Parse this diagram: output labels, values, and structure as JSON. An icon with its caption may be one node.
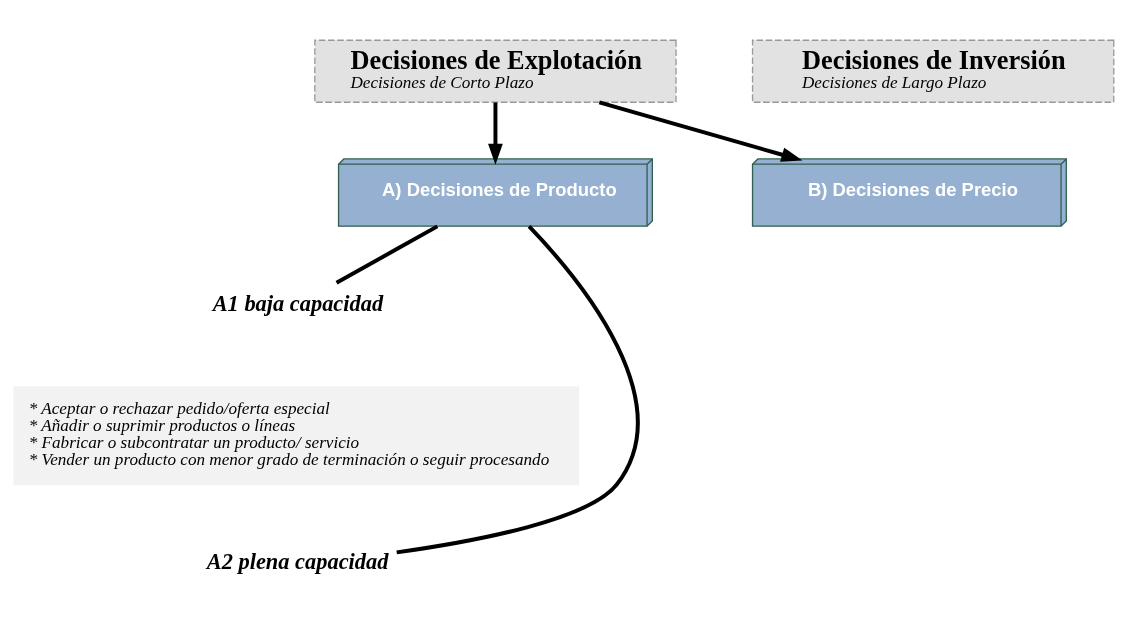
{
  "diagram": {
    "nodes": [
      {
        "text": [
          "Decisiones de Explotación",
          "Decisiones de Corto Plazo"
        ]
      },
      {
        "text": [
          "Decisiones de Inversión",
          "Decisiones de Largo Plazo"
        ]
      },
      {
        "text": [
          "A) Decisiones de Producto"
        ]
      },
      {
        "text": [
          "B) Decisiones de Precio"
        ]
      },
      {
        "text": [
          "A1 baja capacidad"
        ]
      },
      {
        "text": [
          "* Aceptar o rechazar pedido/oferta especial",
          "* Añadir o suprimir productos o líneas",
          "* Fabricar o subcontratar un producto/ servicio",
          "* Vender un producto con menor grado de terminación o seguir procesando"
        ]
      },
      {
        "text": [
          "A2 plena capacidad"
        ]
      }
    ],
    "edges": [
      {
        "from": 0,
        "to": 2,
        "arrow": "to"
      },
      {
        "from": 0,
        "to": 3,
        "arrow": "to"
      },
      {
        "from": 2,
        "to": 4,
        "arrow": "none"
      },
      {
        "from": 2,
        "to": 6,
        "arrow": "none"
      }
    ]
  }
}
